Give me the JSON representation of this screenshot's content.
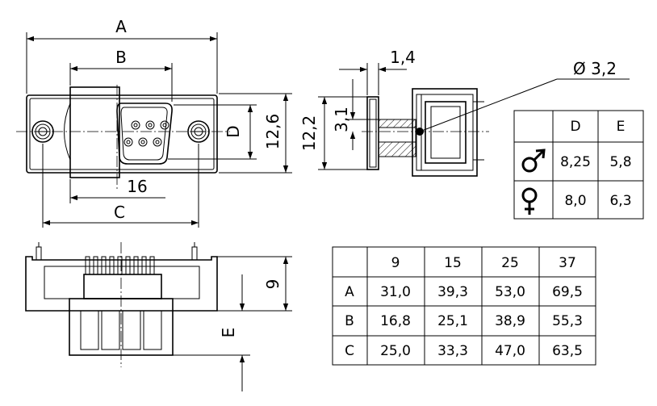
{
  "dimensions": {
    "a": "A",
    "b": "B",
    "c": "C",
    "d": "D",
    "e": "E",
    "width_16": "16",
    "height_12_6": "12,6",
    "height_12_2": "12,2",
    "offset_3_1": "3,1",
    "offset_1_4": "1,4",
    "hole_diameter": "Ø 3,2",
    "height_9": "9"
  },
  "gender_table": {
    "headers": [
      "D",
      "E"
    ],
    "rows": [
      {
        "symbol": "male-symbol",
        "values": [
          "8,25",
          "5,8"
        ]
      },
      {
        "symbol": "female-symbol",
        "values": [
          "8,0",
          "6,3"
        ]
      }
    ]
  },
  "size_table": {
    "headers": [
      "9",
      "15",
      "25",
      "37"
    ],
    "rows": [
      {
        "label": "A",
        "values": [
          "31,0",
          "39,3",
          "53,0",
          "69,5"
        ]
      },
      {
        "label": "B",
        "values": [
          "16,8",
          "25,1",
          "38,9",
          "55,3"
        ]
      },
      {
        "label": "C",
        "values": [
          "25,0",
          "33,3",
          "47,0",
          "63,5"
        ]
      }
    ]
  }
}
